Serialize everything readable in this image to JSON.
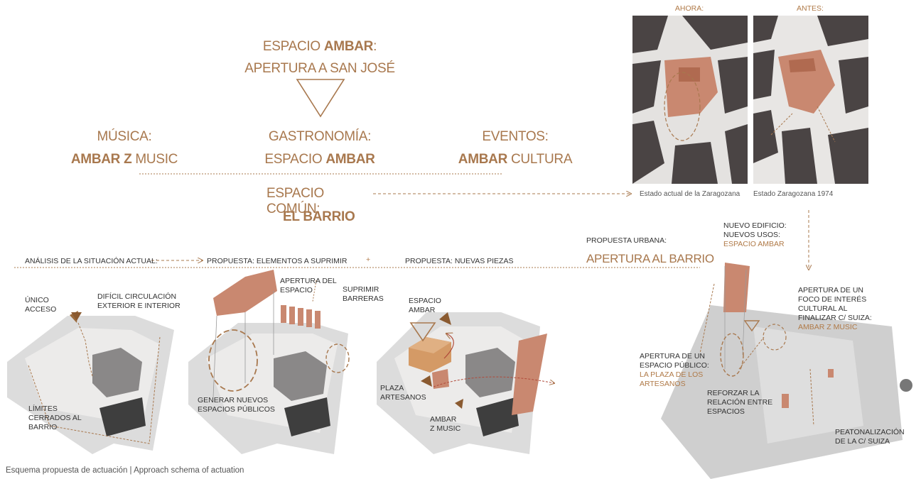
{
  "colors": {
    "accent": "#a8784e",
    "accent_dark": "#8a5a30",
    "terracotta": "#c98870",
    "map_block": "#4a4444",
    "text": "#333333"
  },
  "center": {
    "espacio_ambar_pre": "ESPACIO ",
    "espacio_ambar_bold": "AMBAR",
    "espacio_ambar_post": ":",
    "apertura": "APERTURA A SAN JOSÉ",
    "musica_label": "MÚSICA:",
    "musica_bold": "AMBAR Z",
    "musica_rest": " MUSIC",
    "gastro_label": "GASTRONOMÍA:",
    "gastro_pre": "ESPACIO ",
    "gastro_bold": "AMBAR",
    "eventos_label": "EVENTOS:",
    "eventos_bold": "AMBAR",
    "eventos_rest": " CULTURA",
    "comun_label": "ESPACIO COMÚN:",
    "barrio": "EL BARRIO"
  },
  "maps": {
    "ahora_label": "AHORA:",
    "antes_label": "ANTES:",
    "caption_left": "Estado actual de la Zaragozana",
    "caption_right": "Estado Zaragozana 1974"
  },
  "headers": {
    "analisis": "ANÁLISIS DE LA SITUACIÓN ACTUAL:",
    "suprimir": "PROPUESTA: ELEMENTOS A SUPRIMIR",
    "plus": "+",
    "nuevas": "PROPUESTA: NUEVAS PIEZAS",
    "urbana_label": "PROPUESTA URBANA:",
    "urbana_value": "APERTURA AL BARRIO"
  },
  "diagram1": {
    "unico": [
      "ÚNICO",
      "ACCESO"
    ],
    "dificil": [
      "DIFÍCIL CIRCULACIÓN",
      "EXTERIOR E INTERIOR"
    ],
    "limites": [
      "LÍMITES",
      "CERRADOS AL",
      "BARRIO"
    ]
  },
  "diagram2": {
    "apertura": [
      "APERTURA del",
      "ESPACIO"
    ],
    "suprimir": [
      "SUPRIMIR",
      "BARRERAS"
    ],
    "generar": [
      "GENERAR NUEVOS",
      "ESPACIOS PÚBLICOS"
    ]
  },
  "diagram3": {
    "espacio": [
      "ESPACIO",
      "AMBAR"
    ],
    "plaza": [
      "PLAZA",
      "ARTESANOS"
    ],
    "ambar": [
      "AMBAR",
      "Z MUSIC"
    ]
  },
  "diagram4": {
    "nuevo": [
      "NUEVO EDIFICIO:",
      "NUEVOS USOS:"
    ],
    "nuevo_value": "ESPACIO AMBAR",
    "foco": [
      "APERTURA DE UN",
      "FOCO DE INTERÉS",
      "CULTURAL AL",
      "FINALIZAR C/ SUIZA:"
    ],
    "foco_value": "AMBAR Z MUSIC",
    "publico": [
      "APERTURA DE UN",
      "ESPACIO PÚBLICO:"
    ],
    "publico_value": [
      "LA PLAZA DE LOS",
      "ARTESANOS"
    ],
    "reforzar": [
      "REFORZAR LA",
      "RELACIÓN ENTRE",
      "ESPACIOS"
    ],
    "peatonal": [
      "PEATONALIZACIÓN",
      "DE LA C/ SUIZA"
    ]
  },
  "footer": "Esquema propuesta de actuación | Approach schema of actuation"
}
